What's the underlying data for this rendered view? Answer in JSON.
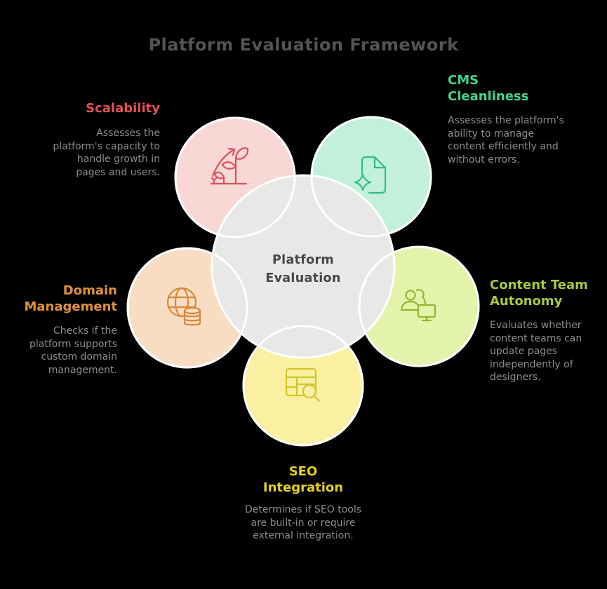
{
  "background": "#000000",
  "title": {
    "text": "Platform Evaluation Framework",
    "color": "#545454"
  },
  "center": {
    "lines": [
      "Platform",
      "Evaluation"
    ],
    "fill": "#e8e8e7",
    "text_color": "#474747"
  },
  "circle_stroke": "#ffffff",
  "desc_color": "#8c8c8c",
  "nodes": [
    {
      "id": "scalability",
      "heading_lines": [
        "Scalability",
        ""
      ],
      "heading_color": "#e25257",
      "description": "Assesses the platform's capacity to handle growth in pages and users.",
      "fill": "#f8d7d5",
      "icon": "growth-plant-icon",
      "icon_color": "#d8525a"
    },
    {
      "id": "cms-cleanliness",
      "heading_lines": [
        "CMS",
        "Cleanliness"
      ],
      "heading_color": "#3bd792",
      "description": "Assesses the platform's ability to manage content efficiently and without errors.",
      "fill": "#c2f0da",
      "icon": "sparkle-document-icon",
      "icon_color": "#2fbe84"
    },
    {
      "id": "content-team-autonomy",
      "heading_lines": [
        "Content Team",
        "Autonomy"
      ],
      "heading_color": "#a9c93e",
      "description": "Evaluates whether content teams can update pages independently of designers.",
      "fill": "#e3f3a9",
      "icon": "team-monitor-icon",
      "icon_color": "#97b233"
    },
    {
      "id": "seo-integration",
      "heading_lines": [
        "SEO",
        "Integration"
      ],
      "heading_color": "#e5d021",
      "description": "Determines if SEO tools are built-in or require external integration.",
      "fill": "#f9f0a2",
      "icon": "table-search-icon",
      "icon_color": "#d2c52d"
    },
    {
      "id": "domain-management",
      "heading_lines": [
        "Domain",
        "Management"
      ],
      "heading_color": "#e1913c",
      "description": "Checks if the platform supports custom domain management.",
      "fill": "#f9ddc2",
      "icon": "globe-database-icon",
      "icon_color": "#d6893c"
    }
  ]
}
